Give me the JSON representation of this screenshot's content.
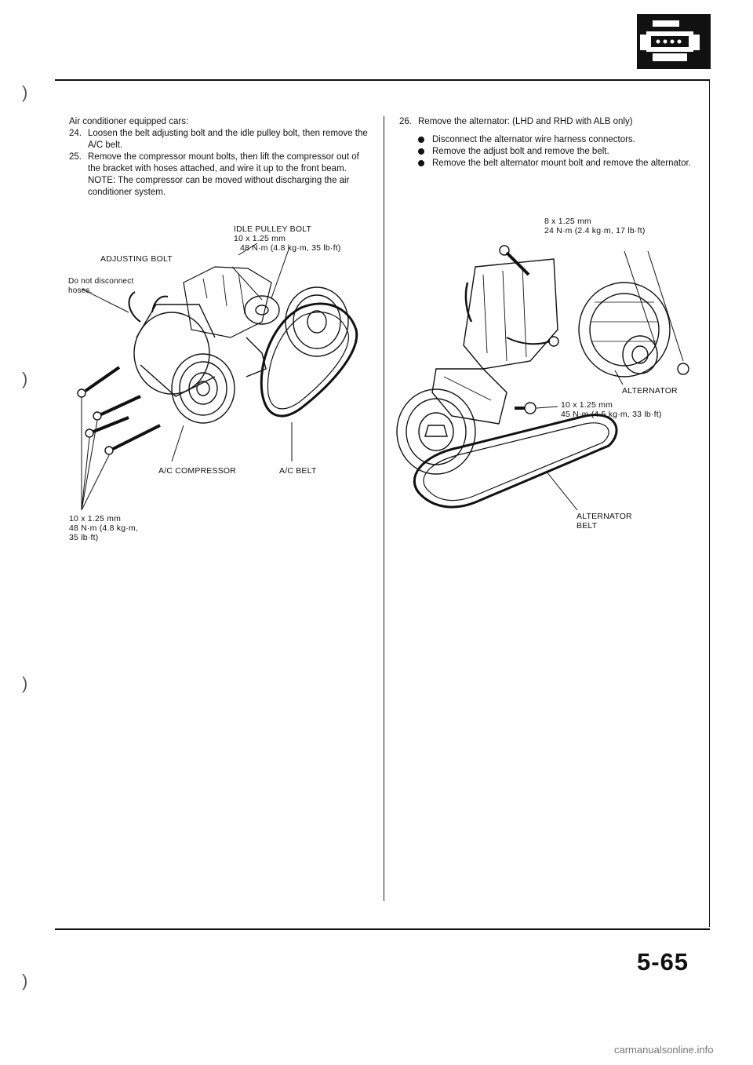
{
  "left": {
    "heading": "Air conditioner equipped cars:",
    "step24": {
      "num": "24.",
      "text": "Loosen the belt adjusting bolt and the idle pulley bolt, then remove the A/C belt."
    },
    "step25": {
      "num": "25.",
      "text": "Remove the compressor mount bolts, then lift the compressor out of the bracket with hoses attached, and wire it up to the front beam."
    },
    "note": "NOTE: The compressor can be moved without discharging the air conditioner system.",
    "figure": {
      "idle_pulley_bolt": [
        "IDLE PULLEY BOLT",
        "10 x 1.25 mm",
        "48 N·m (4.8 kg·m, 35 lb·ft)"
      ],
      "adjusting_bolt": "ADJUSTING BOLT",
      "do_not_disconnect": [
        "Do not disconnect",
        "hoses."
      ],
      "ac_compressor": "A/C COMPRESSOR",
      "ac_belt": "A/C BELT",
      "mount_bolt_spec": [
        "10 x 1.25 mm",
        "48 N·m (4.8 kg·m,",
        "35 lb·ft)"
      ]
    }
  },
  "right": {
    "step26": {
      "num": "26.",
      "text": "Remove the alternator: (LHD and RHD with ALB only)"
    },
    "bullets": [
      "Disconnect the alternator wire harness connectors.",
      "Remove the adjust bolt and remove the belt.",
      "Remove the belt alternator mount bolt and remove the alternator."
    ],
    "figure": {
      "top_bolt_spec": [
        "8 x 1.25 mm",
        "24 N·m (2.4 kg·m, 17 lb·ft)"
      ],
      "alternator": "ALTERNATOR",
      "adjust_bolt_spec": [
        "10 x 1.25 mm",
        "45 N·m (4.5 kg·m, 33 lb·ft)"
      ],
      "alternator_belt": [
        "ALTERNATOR",
        "BELT"
      ]
    }
  },
  "page_number": "5-65",
  "footer": "carmanualsonline.info",
  "section_icon": "engine-section-icon"
}
